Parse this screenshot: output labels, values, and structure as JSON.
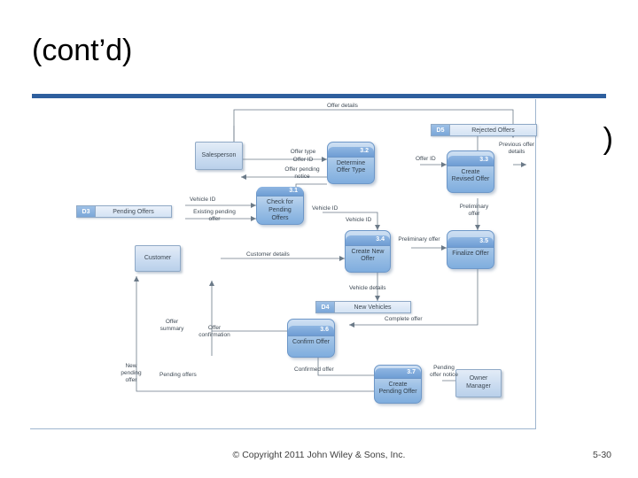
{
  "slide": {
    "title": "(cont’d)",
    "title_stub": ")",
    "footer_copyright": "© Copyright 2011 John Wiley & Sons, Inc.",
    "page_number": "5-30",
    "accent_color": "#2E5F9E"
  },
  "diagram": {
    "type": "data-flow-diagram",
    "entities": [
      {
        "id": "salesperson",
        "label": "Salesperson"
      },
      {
        "id": "customer",
        "label": "Customer"
      },
      {
        "id": "owner-manager",
        "label": "Owner Manager"
      }
    ],
    "datastores": [
      {
        "id": "d5",
        "key": "D5",
        "name": "Rejected Offers"
      },
      {
        "id": "d3",
        "key": "D3",
        "name": "Pending Offers"
      },
      {
        "id": "d4",
        "key": "D4",
        "name": "New Vehicles"
      }
    ],
    "processes": [
      {
        "id": "3.1",
        "number": "3.1",
        "label": "Check for Pending Offers"
      },
      {
        "id": "3.2",
        "number": "3.2",
        "label": "Determine Offer Type"
      },
      {
        "id": "3.3",
        "number": "3.3",
        "label": "Create Revised Offer"
      },
      {
        "id": "3.4",
        "number": "3.4",
        "label": "Create New Offer"
      },
      {
        "id": "3.5",
        "number": "3.5",
        "label": "Finalize Offer"
      },
      {
        "id": "3.6",
        "number": "3.6",
        "label": "Confirm Offer"
      },
      {
        "id": "3.7",
        "number": "3.7",
        "label": "Create Pending Offer"
      }
    ],
    "flows": [
      {
        "id": "offer-details-top",
        "label": "Offer details"
      },
      {
        "id": "offer-type",
        "label": "Offer type"
      },
      {
        "id": "offer-id",
        "label": "Offer ID"
      },
      {
        "id": "offer-pending-notice",
        "label": "Offer pending notice"
      },
      {
        "id": "vehicle-id-left",
        "label": "Vehicle ID"
      },
      {
        "id": "existing-pending-offer",
        "label": "Existing pending offer"
      },
      {
        "id": "vehicle-id-mid",
        "label": "Vehicle ID"
      },
      {
        "id": "vehicle-id-mid2",
        "label": "Vehicle ID"
      },
      {
        "id": "offer-id-right",
        "label": "Offer ID"
      },
      {
        "id": "previous-offer-details",
        "label": "Previous offer details"
      },
      {
        "id": "preliminary-offer-right",
        "label": "Preliminary offer"
      },
      {
        "id": "preliminary-offer-mid",
        "label": "Preliminary offer"
      },
      {
        "id": "customer-details",
        "label": "Customer details"
      },
      {
        "id": "vehicle-details",
        "label": "Vehicle details"
      },
      {
        "id": "complete-offer",
        "label": "Complete offer"
      },
      {
        "id": "offer-summary",
        "label": "Offer summary"
      },
      {
        "id": "offer-confirmation",
        "label": "Offer confirmation"
      },
      {
        "id": "confirmed-offer",
        "label": "Confirmed offer"
      },
      {
        "id": "new-pending-offer",
        "label": "New pending offer"
      },
      {
        "id": "pending-offers-flow",
        "label": "Pending offers"
      },
      {
        "id": "pending-offer-notice",
        "label": "Pending offer notice"
      }
    ]
  }
}
